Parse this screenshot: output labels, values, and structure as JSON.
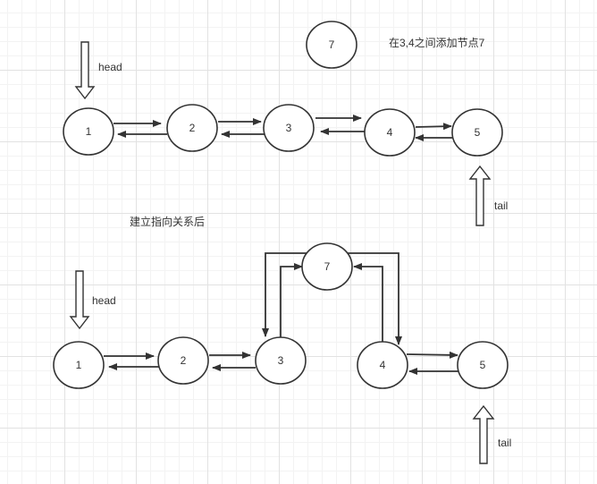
{
  "top": {
    "caption": "在3,4之间添加节点7",
    "head_label": "head",
    "tail_label": "tail",
    "nodes": [
      "1",
      "2",
      "3",
      "4",
      "5"
    ],
    "new_node": "7"
  },
  "bottom": {
    "caption": "建立指向关系后",
    "head_label": "head",
    "tail_label": "tail",
    "nodes": [
      "1",
      "2",
      "3",
      "7",
      "4",
      "5"
    ]
  }
}
